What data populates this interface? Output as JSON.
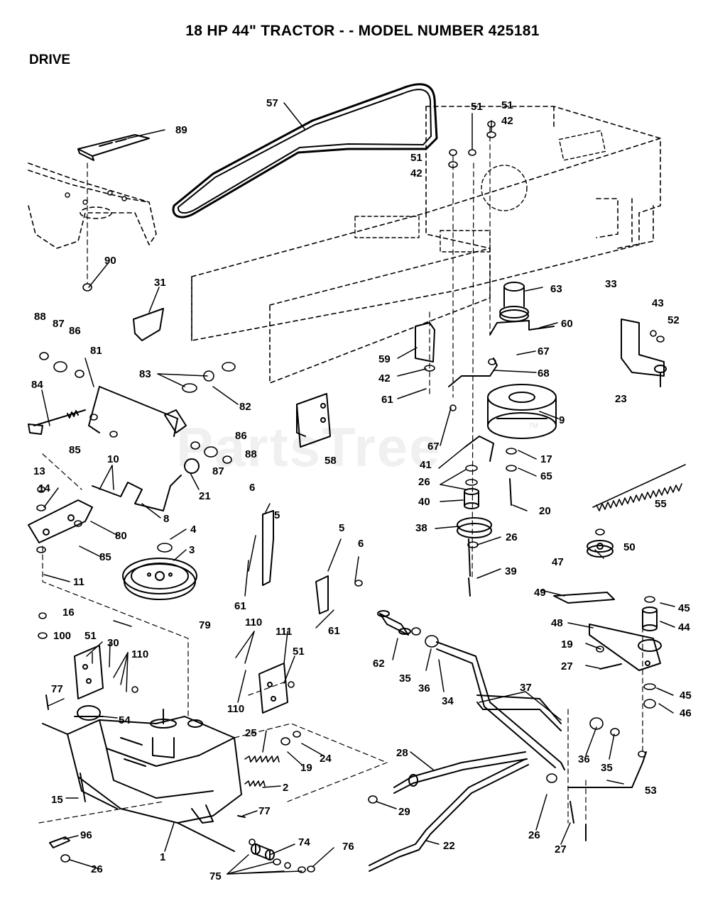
{
  "page": {
    "title": "18 HP 44\" TRACTOR - - MODEL NUMBER 425181",
    "section": "DRIVE",
    "watermark": "PartsTree",
    "watermark_mark": "TM"
  },
  "part_callouts": [
    "57",
    "89",
    "51",
    "51",
    "42",
    "51",
    "42",
    "90",
    "31",
    "63",
    "60",
    "33",
    "43",
    "52",
    "88",
    "87",
    "86",
    "81",
    "83",
    "82",
    "59",
    "67",
    "42",
    "68",
    "61",
    "9",
    "23",
    "84",
    "86",
    "85",
    "88",
    "87",
    "58",
    "67",
    "17",
    "41",
    "65",
    "26",
    "55",
    "10",
    "13",
    "14",
    "21",
    "8",
    "40",
    "20",
    "6",
    "5",
    "80",
    "85",
    "4",
    "38",
    "26",
    "50",
    "3",
    "5",
    "6",
    "11",
    "61",
    "39",
    "47",
    "49",
    "16",
    "110",
    "111",
    "79",
    "100",
    "51",
    "30",
    "110",
    "61",
    "45",
    "48",
    "44",
    "62",
    "35",
    "36",
    "34",
    "19",
    "27",
    "110",
    "51",
    "110",
    "37",
    "45",
    "77",
    "46",
    "54",
    "25",
    "24",
    "36",
    "35",
    "28",
    "19",
    "2",
    "53",
    "15",
    "29",
    "77",
    "74",
    "22",
    "96",
    "26",
    "27",
    "1",
    "76",
    "26",
    "75"
  ]
}
